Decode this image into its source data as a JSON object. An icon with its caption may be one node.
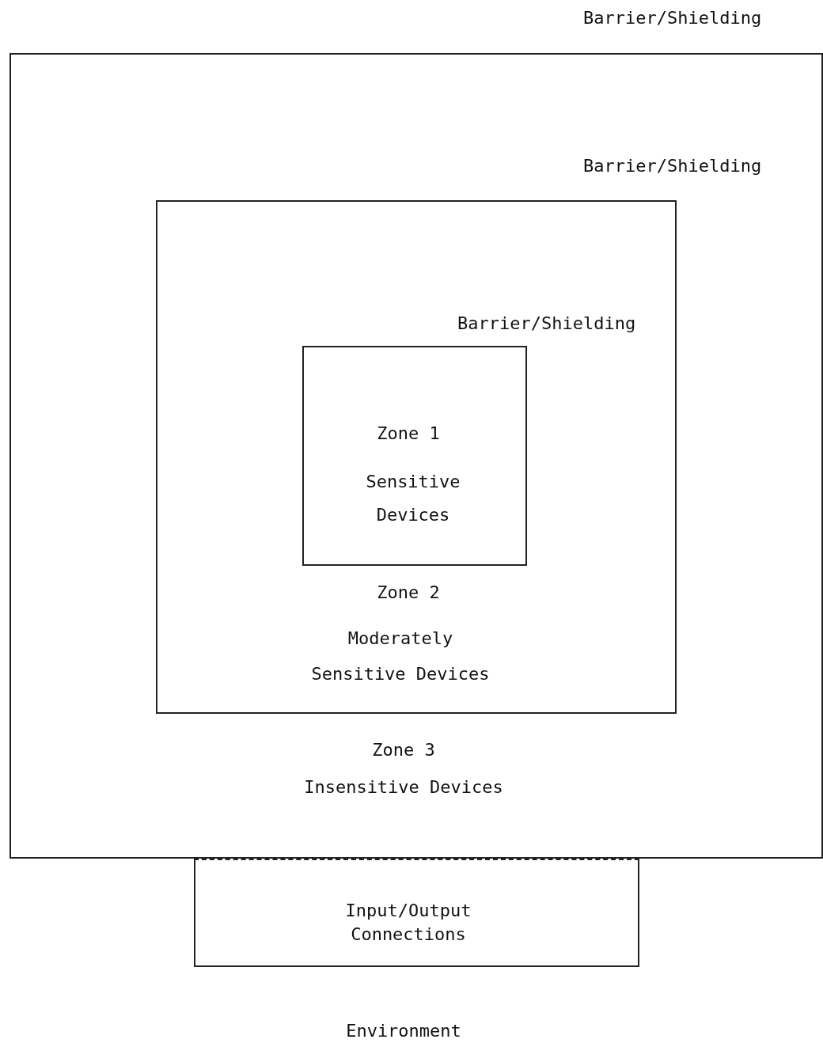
{
  "diagram": {
    "nodes": [
      {
        "text": [
          "Barrier/Shielding",
          "Zone 3",
          "Insensitive Devices"
        ]
      },
      {
        "text": [
          "Barrier/Shielding",
          "Zone 2",
          "Moderately Sensitive Devices"
        ],
        "in": 0
      },
      {
        "text": [
          "Barrier/Shielding",
          "Zone 1",
          "Sensitive Devices"
        ],
        "in": 1
      },
      {
        "text": [
          "Input/Output Connections"
        ]
      }
    ],
    "edges": [],
    "labels": [
      "Environment"
    ]
  }
}
